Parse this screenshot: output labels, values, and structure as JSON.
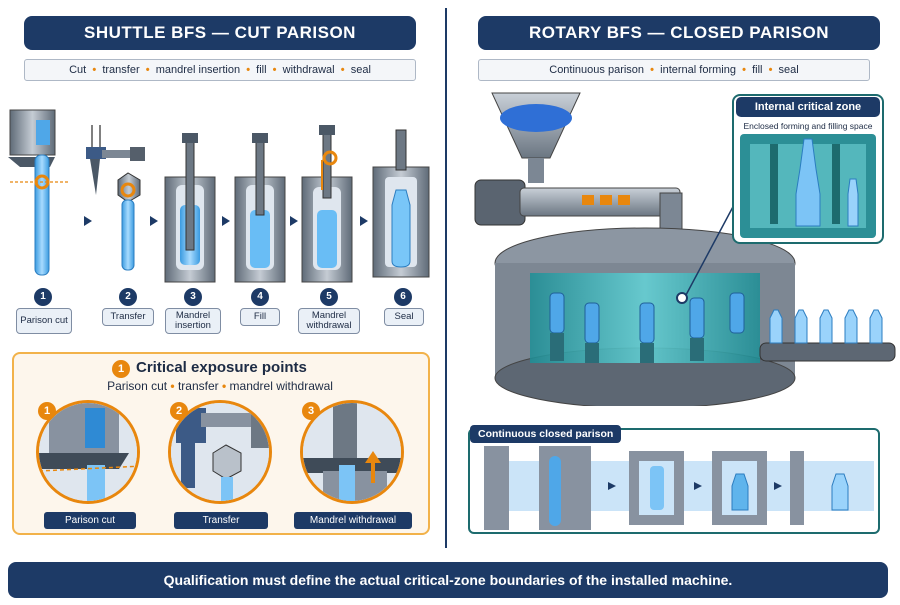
{
  "left": {
    "title": "SHUTTLE BFS — CUT PARISON",
    "steps_bar": [
      "Cut",
      "transfer",
      "mandrel insertion",
      "fill",
      "withdrawal",
      "seal"
    ],
    "steps": [
      {
        "num": "1",
        "label": "Parison cut"
      },
      {
        "num": "2",
        "label": "Transfer"
      },
      {
        "num": "3",
        "label": "Mandrel insertion"
      },
      {
        "num": "4",
        "label": "Fill"
      },
      {
        "num": "5",
        "label": "Mandrel withdrawal"
      },
      {
        "num": "6",
        "label": "Seal"
      }
    ],
    "critical": {
      "badge": "1",
      "title": "Critical exposure points",
      "subtitle": [
        "Parison cut",
        "transfer",
        "mandrel withdrawal"
      ],
      "points": [
        {
          "num": "1",
          "label": "Parison cut"
        },
        {
          "num": "2",
          "label": "Transfer"
        },
        {
          "num": "3",
          "label": "Mandrel withdrawal"
        }
      ]
    }
  },
  "right": {
    "title": "ROTARY BFS — CLOSED PARISON",
    "steps_bar": [
      "Continuous parison",
      "internal forming",
      "fill",
      "seal"
    ],
    "zone": {
      "title": "Internal critical zone",
      "subtitle": "Enclosed forming and filling space"
    },
    "closed": {
      "title": "Continuous closed parison"
    }
  },
  "footer": "Qualification must define the actual critical-zone boundaries of the installed machine.",
  "colors": {
    "navy": "#1d3a66",
    "orange": "#e8870e",
    "teal": "#1d6b6e",
    "plastic_blue": "#5fb4ec"
  }
}
